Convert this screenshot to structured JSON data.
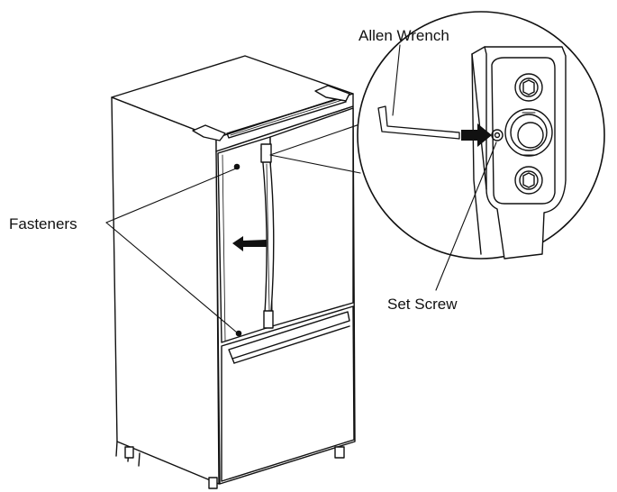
{
  "labels": {
    "allen_wrench": "Allen Wrench",
    "fasteners": "Fasteners",
    "set_screw": "Set Screw"
  },
  "colors": {
    "ink": "#111111",
    "background": "#ffffff",
    "shade": "#e6e6e6"
  }
}
